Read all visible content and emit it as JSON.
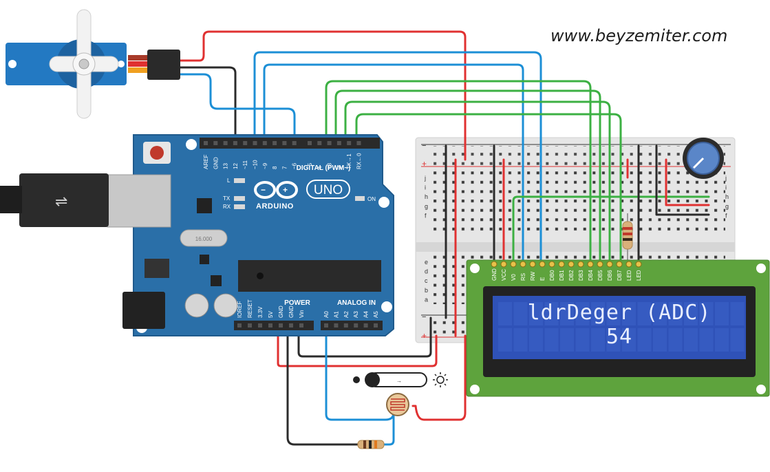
{
  "watermark": "www.beyzemiter.com",
  "arduino": {
    "brand": "ARDUINO",
    "model": "UNO",
    "digital_header": "DIGITAL (PWM~)",
    "power_header": "POWER",
    "analog_header": "ANALOG IN",
    "digital_pins": [
      "AREF",
      "GND",
      "13",
      "12",
      "~11",
      "~10",
      "~9",
      "8",
      "7",
      "~6",
      "~5",
      "4",
      "~3",
      "2",
      "TX→1",
      "RX←0"
    ],
    "power_pins": [
      "IOREF",
      "RESET",
      "3.3V",
      "5V",
      "GND",
      "GND",
      "Vin"
    ],
    "analog_pins": [
      "A0",
      "A1",
      "A2",
      "A3",
      "A4",
      "A5"
    ],
    "led_l": "L",
    "led_tx": "TX",
    "led_rx": "RX",
    "on_label": "ON",
    "crystal_label": "16.000"
  },
  "lcd": {
    "line1": "ldrDeger (ADC)",
    "line2": "54",
    "pins": [
      "GND",
      "VCC",
      "V0",
      "RS",
      "RW",
      "E",
      "DB0",
      "DB1",
      "DB2",
      "DB3",
      "DB4",
      "DB5",
      "DB6",
      "DB7",
      "LED",
      "LED"
    ]
  },
  "breadboard": {
    "row_letters_top": [
      "j",
      "i",
      "h",
      "g",
      "f"
    ],
    "row_letters_bottom": [
      "e",
      "d",
      "c",
      "b",
      "a"
    ],
    "rail_plus": "+",
    "rail_minus": "−"
  },
  "colors": {
    "wire_red": "#e03131",
    "wire_black": "#2b2b2b",
    "wire_blue": "#1c8fd6",
    "wire_green": "#3cb043",
    "arduino_blue": "#2a6fa8",
    "lcd_green": "#5ea33d",
    "lcd_screen": "#2f52b8"
  }
}
